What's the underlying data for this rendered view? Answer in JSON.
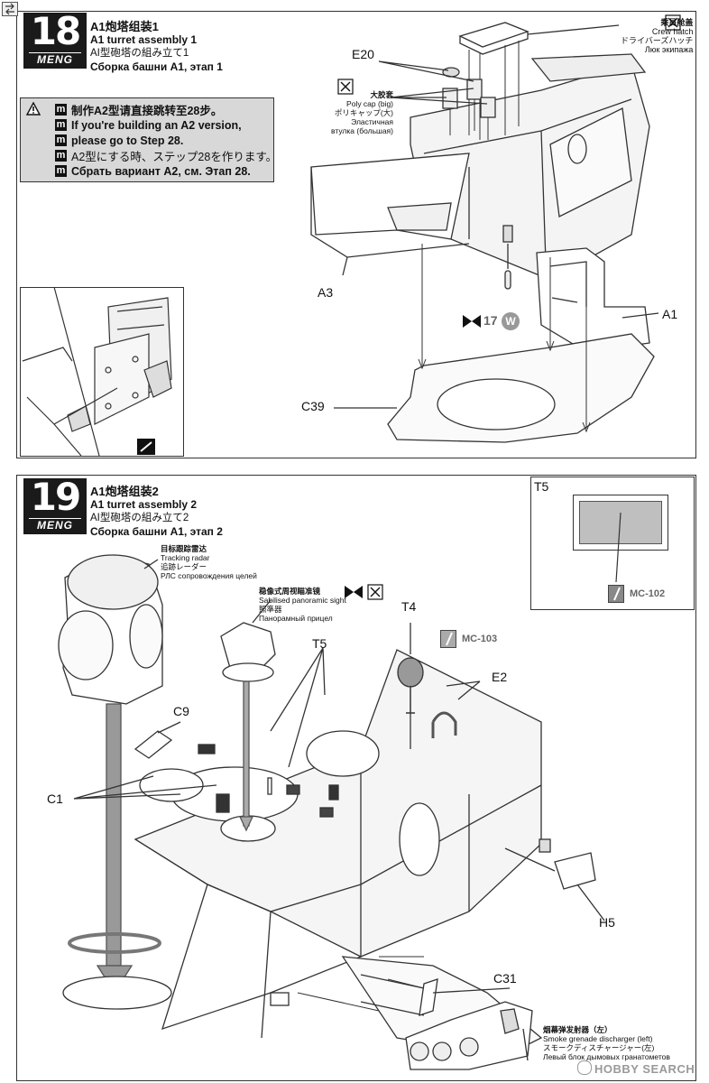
{
  "step18": {
    "number": "18",
    "brand": "MENG",
    "title_cn": "A1炮塔组装1",
    "title_en": "A1 turret assembly 1",
    "title_jp": "AI型砲塔の組み立て1",
    "title_ru": "Сборка башни А1, этап 1",
    "warning": [
      "制作A2型请直接跳转至28步。",
      "If you're building an A2 version,",
      "please go to Step 28.",
      "A2型にする時、ステップ28を作ります。",
      "Сбрать вариант А2, см. Этап 28."
    ],
    "crew_hatch": [
      "乘员舱盖",
      "Crew hatch",
      "ドライバーズハッチ",
      "Люк экипажа"
    ],
    "poly_cap": [
      "大胶套",
      "Poly cap (big)",
      "ポリキャップ(大)",
      "Эластичная",
      "втулка (большая)"
    ],
    "parts": {
      "e20": "E20",
      "a3": "A3",
      "a1": "A1",
      "c39": "C39",
      "w17": "17"
    },
    "w_badge": "W"
  },
  "step19": {
    "number": "19",
    "brand": "MENG",
    "title_cn": "A1炮塔组装2",
    "title_en": "A1 turret assembly 2",
    "title_jp": "AI型砲塔の組み立て2",
    "title_ru": "Сборка башни А1, этап 2",
    "tracking_radar": [
      "目标跟踪雷达",
      "Tracking radar",
      "追跡レーダー",
      "РЛС сопровождения целей"
    ],
    "sight": [
      "稳像式周视瞄准镜",
      "Sabilised panoramic  sight",
      "照準器",
      "Панорамный прицел"
    ],
    "smoke": [
      "烟幕弹发射器（左）",
      "Smoke grenade discharger (left)",
      "スモークディスチャージャー(左)",
      "Левый блок дымовых гранатометов"
    ],
    "parts": {
      "t5": "T5",
      "t4": "T4",
      "c9": "C9",
      "c1": "C1",
      "e2": "E2",
      "h5": "H5",
      "c31": "C31"
    },
    "paint_mc103": "MC-103",
    "inset_label": "T5",
    "paint_mc102": "MC-102"
  },
  "watermark": "HOBBY SEARCH"
}
